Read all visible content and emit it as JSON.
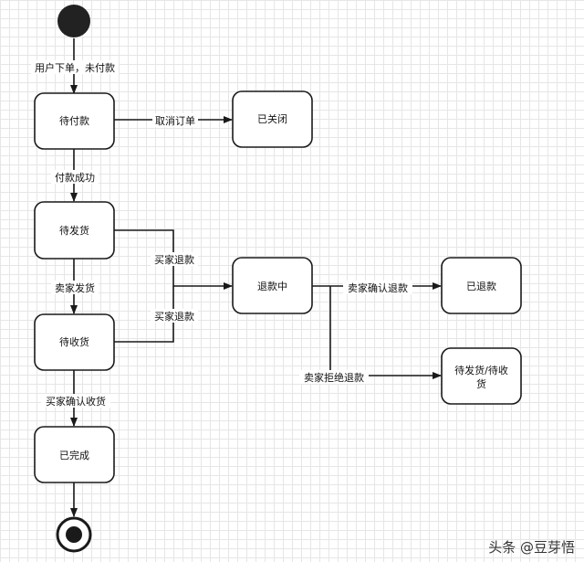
{
  "states": {
    "pending_payment": "待付款",
    "closed": "已关闭",
    "pending_shipment": "待发货",
    "refunding": "退款中",
    "refunded": "已退款",
    "pending_receipt": "待收货",
    "completed": "已完成",
    "back_to_pending_line1": "待发货/待收",
    "back_to_pending_line2": "货"
  },
  "transitions": {
    "place_order": "用户下单，未付款",
    "cancel_order": "取消订单",
    "payment_success": "付款成功",
    "buyer_refund_1": "买家退款",
    "seller_ship": "卖家发货",
    "buyer_refund_2": "买家退款",
    "seller_confirm_refund": "卖家确认退款",
    "seller_reject_refund": "卖家拒绝退款",
    "buyer_confirm_receipt": "买家确认收货"
  },
  "watermark": "头条 @豆芽悟"
}
